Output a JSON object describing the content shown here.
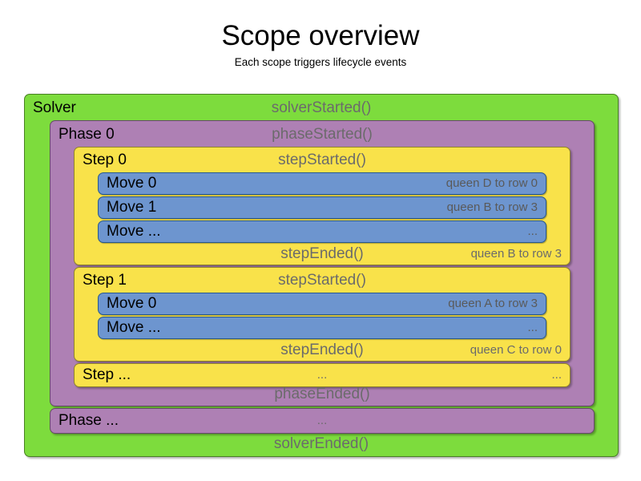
{
  "heading": {
    "title": "Scope overview",
    "subtitle": "Each scope triggers lifecycle events"
  },
  "colors": {
    "solver": "#7ddc3d",
    "phase": "#ae80b4",
    "step": "#f9e24a",
    "move": "#6d95cf",
    "move_border": "#27598f",
    "event_text": "#6b6b6b",
    "label_text": "#000000",
    "background": "#ffffff"
  },
  "solver": {
    "label": "Solver",
    "started_event": "solverStarted()",
    "ended_event": "solverEnded()",
    "phases": [
      {
        "label": "Phase 0",
        "started_event": "phaseStarted()",
        "ended_event": "phaseEnded()",
        "steps": [
          {
            "label": "Step 0",
            "started_event": "stepStarted()",
            "ended_event": "stepEnded()",
            "ended_detail": "queen B to row 3",
            "moves": [
              {
                "label": "Move 0",
                "detail": "queen D to row 0"
              },
              {
                "label": "Move 1",
                "detail": "queen B to row 3"
              },
              {
                "label": "Move ...",
                "detail": "..."
              }
            ]
          },
          {
            "label": "Step 1",
            "started_event": "stepStarted()",
            "ended_event": "stepEnded()",
            "ended_detail": "queen C to row 0",
            "moves": [
              {
                "label": "Move 0",
                "detail": "queen A to row 3"
              },
              {
                "label": "Move ...",
                "detail": "..."
              }
            ]
          },
          {
            "label": "Step ...",
            "started_event": "...",
            "ended_event": "",
            "ended_detail": "...",
            "moves": []
          }
        ]
      },
      {
        "label": "Phase ...",
        "started_event": "...",
        "ended_event": "",
        "steps": []
      }
    ]
  }
}
